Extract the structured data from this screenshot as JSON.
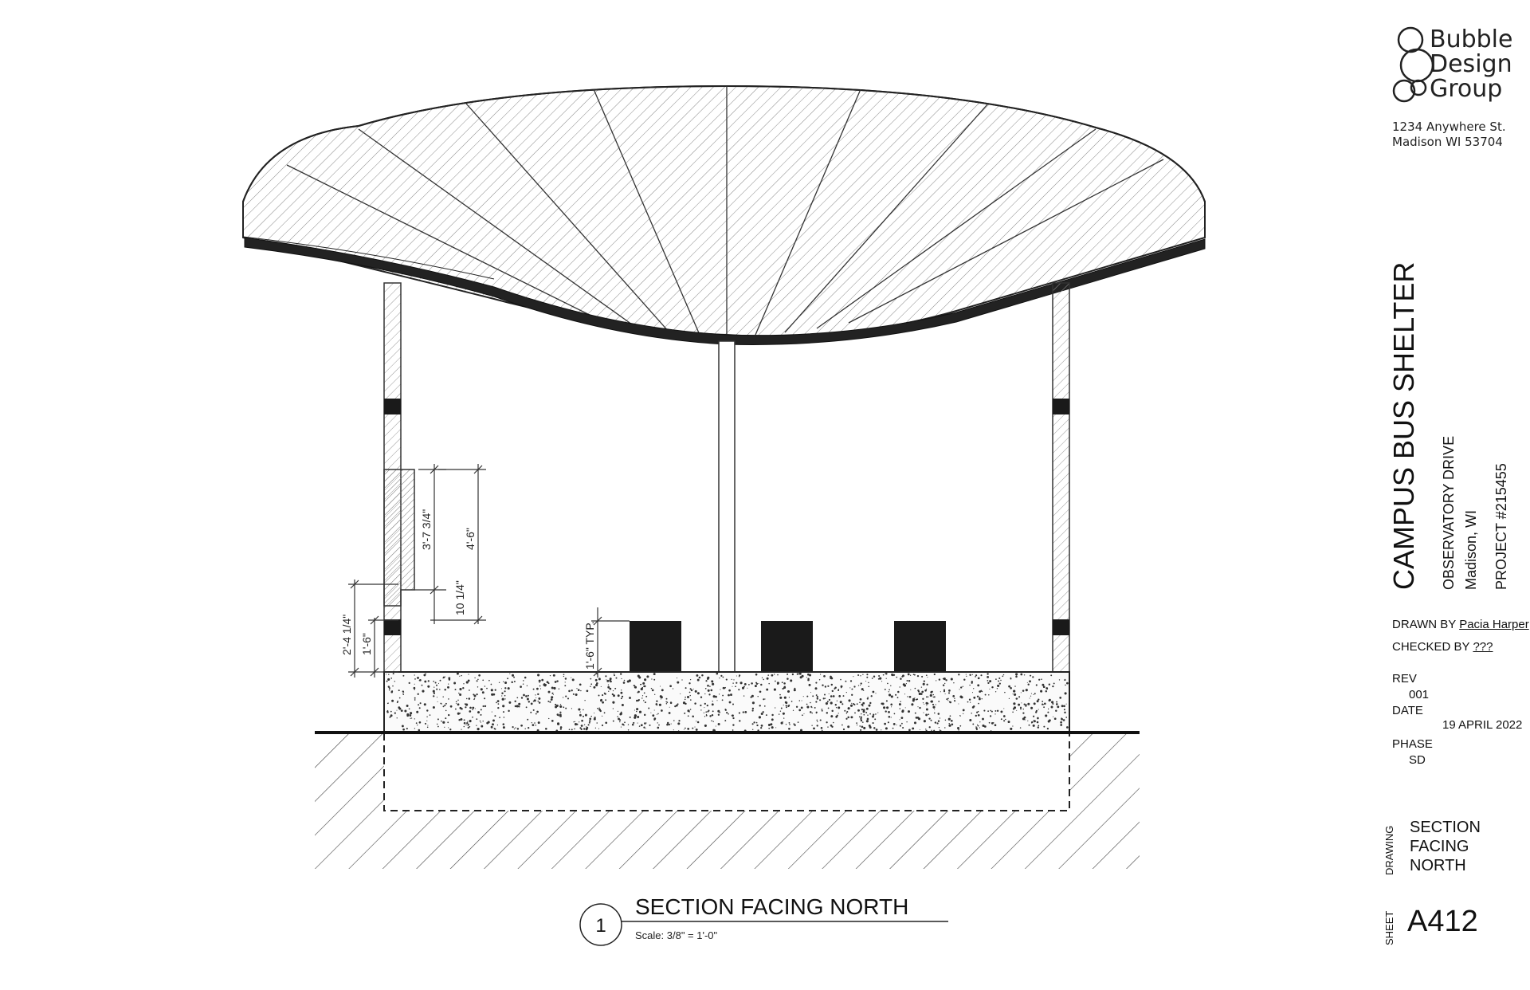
{
  "company": {
    "name_lines": [
      "Bubble",
      "Design",
      "Group"
    ],
    "address_lines": [
      "1234 Anywhere St.",
      "Madison WI 53704"
    ]
  },
  "project": {
    "title": "CAMPUS BUS SHELTER",
    "street": "OBSERVATORY DRIVE",
    "city": "Madison, WI",
    "number": "PROJECT #215455"
  },
  "credits": {
    "drawn_by_label": "DRAWN BY",
    "drawn_by": "Pacia Harper",
    "checked_by_label": "CHECKED BY",
    "checked_by": "???"
  },
  "revision": {
    "rev_label": "REV",
    "rev": "001",
    "date_label": "DATE",
    "date": "19 APRIL 2022",
    "phase_label": "PHASE",
    "phase": "SD"
  },
  "drawing_info": {
    "label": "DRAWING",
    "name_lines": [
      "SECTION",
      "FACING",
      "NORTH"
    ]
  },
  "sheet": {
    "label": "SHEET",
    "number": "A412"
  },
  "view_title": {
    "number": "1",
    "title": "SECTION FACING NORTH",
    "scale": "Scale:  3/8\" = 1'-0\""
  },
  "dimensions": {
    "d1": "3'-7 3/4\"",
    "d2": "4'-6\"",
    "d3": "10 1/4\"",
    "d4": "2'-4 1/4\"",
    "d5": "1'-6\"",
    "d6": "1'-6\"  TYP."
  }
}
